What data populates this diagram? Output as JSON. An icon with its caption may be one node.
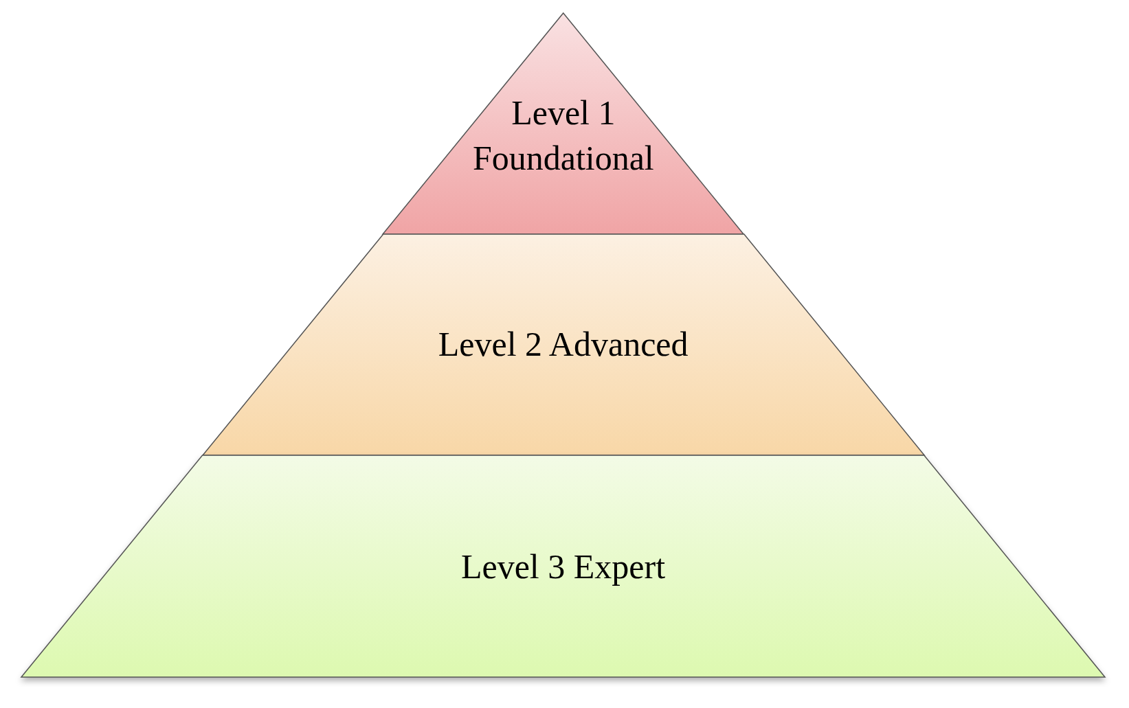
{
  "diagram": {
    "nodes": [
      {
        "text": [
          "Level 1 Foundational"
        ]
      },
      {
        "text": [
          "Level 2 Advanced"
        ]
      },
      {
        "text": [
          "Level 3 Expert"
        ]
      }
    ]
  }
}
